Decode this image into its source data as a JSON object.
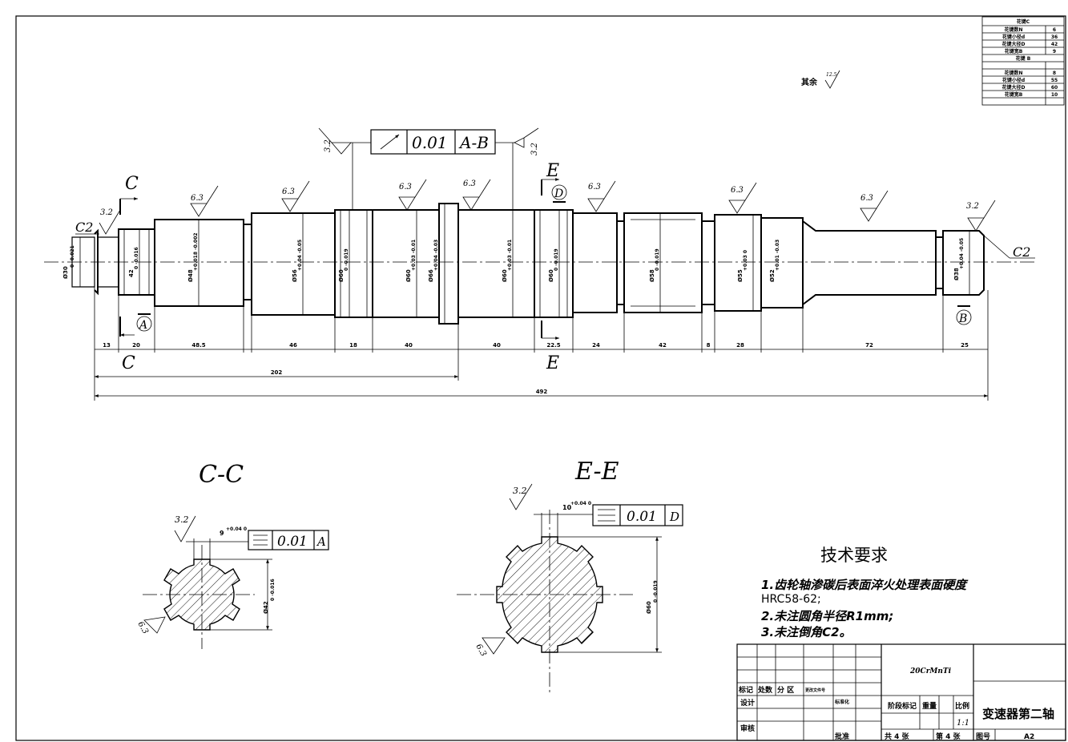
{
  "spline_table": {
    "sections": [
      {
        "title": "花键C",
        "rows": [
          {
            "label": "花键数N",
            "value": "6"
          },
          {
            "label": "花键小径d",
            "value": "36"
          },
          {
            "label": "花键大径D",
            "value": "42"
          },
          {
            "label": "花键宽B",
            "value": "9"
          }
        ]
      },
      {
        "title": "花键 B",
        "rows": [
          {
            "label": "花键数N",
            "value": "8"
          },
          {
            "label": "花键小径d",
            "value": "55"
          },
          {
            "label": "花键大径D",
            "value": "60"
          },
          {
            "label": "花键宽B",
            "value": "10"
          }
        ]
      }
    ]
  },
  "roughness_default": {
    "label": "其余",
    "value": "12.5"
  },
  "tolerance_frame_top": {
    "value": "0.01",
    "datum": "A-B"
  },
  "roughness_marks": [
    "3.2",
    "3.2",
    "3.2",
    "6.3",
    "6.3",
    "6.3",
    "6.3",
    "6.3",
    "6.3",
    "6.3",
    "3.2"
  ],
  "chamfers": [
    "C2",
    "C2"
  ],
  "section_letters": {
    "c_top": "C",
    "c_bottom": "C",
    "e_top": "E",
    "e_bottom": "E"
  },
  "datums": {
    "a": "A",
    "b": "B",
    "d": "D"
  },
  "diameters": [
    {
      "text": "Ø30",
      "tol": "0 -0.021"
    },
    {
      "text": "42",
      "tol": "0 -0.016"
    },
    {
      "text": "Ø48",
      "tol": "+0.018 -0.002"
    },
    {
      "text": "Ø56",
      "tol": "+0.04 -0.05"
    },
    {
      "text": "Ø60",
      "tol": "0 -0.019"
    },
    {
      "text": "Ø60",
      "tol": "+0.03 -0.01"
    },
    {
      "text": "Ø66",
      "tol": "+0.04 -0.03"
    },
    {
      "text": "Ø60",
      "tol": "+0.03 -0.01"
    },
    {
      "text": "Ø60",
      "tol": "0 -0.019"
    },
    {
      "text": "Ø58",
      "tol": "0 -0.019"
    },
    {
      "text": "Ø55",
      "tol": "+0.03 0"
    },
    {
      "text": "Ø52",
      "tol": "+0.01 -0.03"
    },
    {
      "text": "Ø38",
      "tol": "+0.04 -0.05"
    }
  ],
  "lengths": [
    "13",
    "20",
    "48.5",
    "46",
    "18",
    "40",
    "40",
    "22.5",
    "24",
    "42",
    "8",
    "28",
    "72",
    "25"
  ],
  "overall": {
    "partial": "202",
    "total": "492"
  },
  "section_cc": {
    "title": "C-C",
    "roughness_top": "3.2",
    "roughness_side": "6.3",
    "width_dim": "9",
    "width_tol": "+0.04 0",
    "frame_value": "0.01",
    "frame_datum": "A",
    "dia": "Ø42",
    "dia_tol": "0 -0.016"
  },
  "section_ee": {
    "title": "E-E",
    "roughness_top": "3.2",
    "roughness_side": "6.3",
    "width_dim": "10",
    "width_tol": "+0.04 0",
    "frame_value": "0.01",
    "frame_datum": "D",
    "dia": "Ø60",
    "dia_tol": "0 -0.019"
  },
  "tech": {
    "title": "技术要求",
    "line1a": "1.齿轮轴渗碳后表面淬火处理表面硬度",
    "line1b": "HRC58-62;",
    "line2": "2.未注圆角半径R1mm;",
    "line3": "3.未注倒角C2。"
  },
  "title_block": {
    "material": "20CrMnTi",
    "part_name": "变速器第二轴",
    "scale": "1:1",
    "sheet_total": "共 4 张",
    "sheet_no": "第 4 张",
    "drawing_no_label": "图号",
    "drawing_no": "A2",
    "labels": {
      "mark": "标记",
      "count": "处数",
      "zone": "分 区",
      "docno": "更改文件号",
      "design": "设计",
      "standard": "标准化",
      "review": "审核",
      "approve": "批准",
      "stage": "阶段标记",
      "weight": "重量",
      "scale_label": "比例"
    }
  }
}
